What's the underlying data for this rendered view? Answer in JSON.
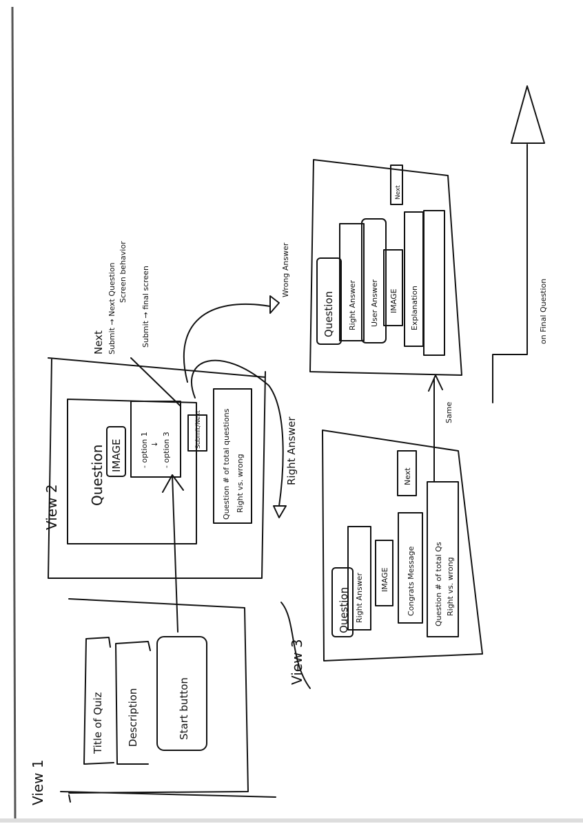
{
  "view1": {
    "label": "View 1",
    "title_field": "Title of Quiz",
    "description_field": "Description",
    "start_button": "Start button"
  },
  "view2": {
    "label": "View 2",
    "question": "Question",
    "image": "IMAGE",
    "option_first": "- option 1",
    "option_arrow": "↓",
    "option_last": "- option 3",
    "submit_next_button": "Submit/Next",
    "progress_line1": "Question # of total questions",
    "progress_line2": "Right vs. wrong"
  },
  "annotations": {
    "next_line1": "Next",
    "next_line2": "Submit → Next Question",
    "next_line3": "Screen behavior",
    "submit_line": "Submit → final screen",
    "right_answer": "Right Answer",
    "wrong_answer": "Wrong Answer",
    "same": "Same",
    "on_final_question": "on Final Question"
  },
  "view3": {
    "label": "View 3",
    "question": "Question",
    "right_answer": "Right Answer",
    "image": "IMAGE",
    "congrats": "Congrats Message",
    "next_button": "Next",
    "progress_line1": "Question # of total Qs",
    "progress_line2": "Right vs. wrong"
  },
  "view_wrong": {
    "question": "Question",
    "right_answer": "Right Answer",
    "user_answer": "User Answer",
    "image": "IMAGE",
    "explanation": "Explanation",
    "next_button": "Next"
  }
}
